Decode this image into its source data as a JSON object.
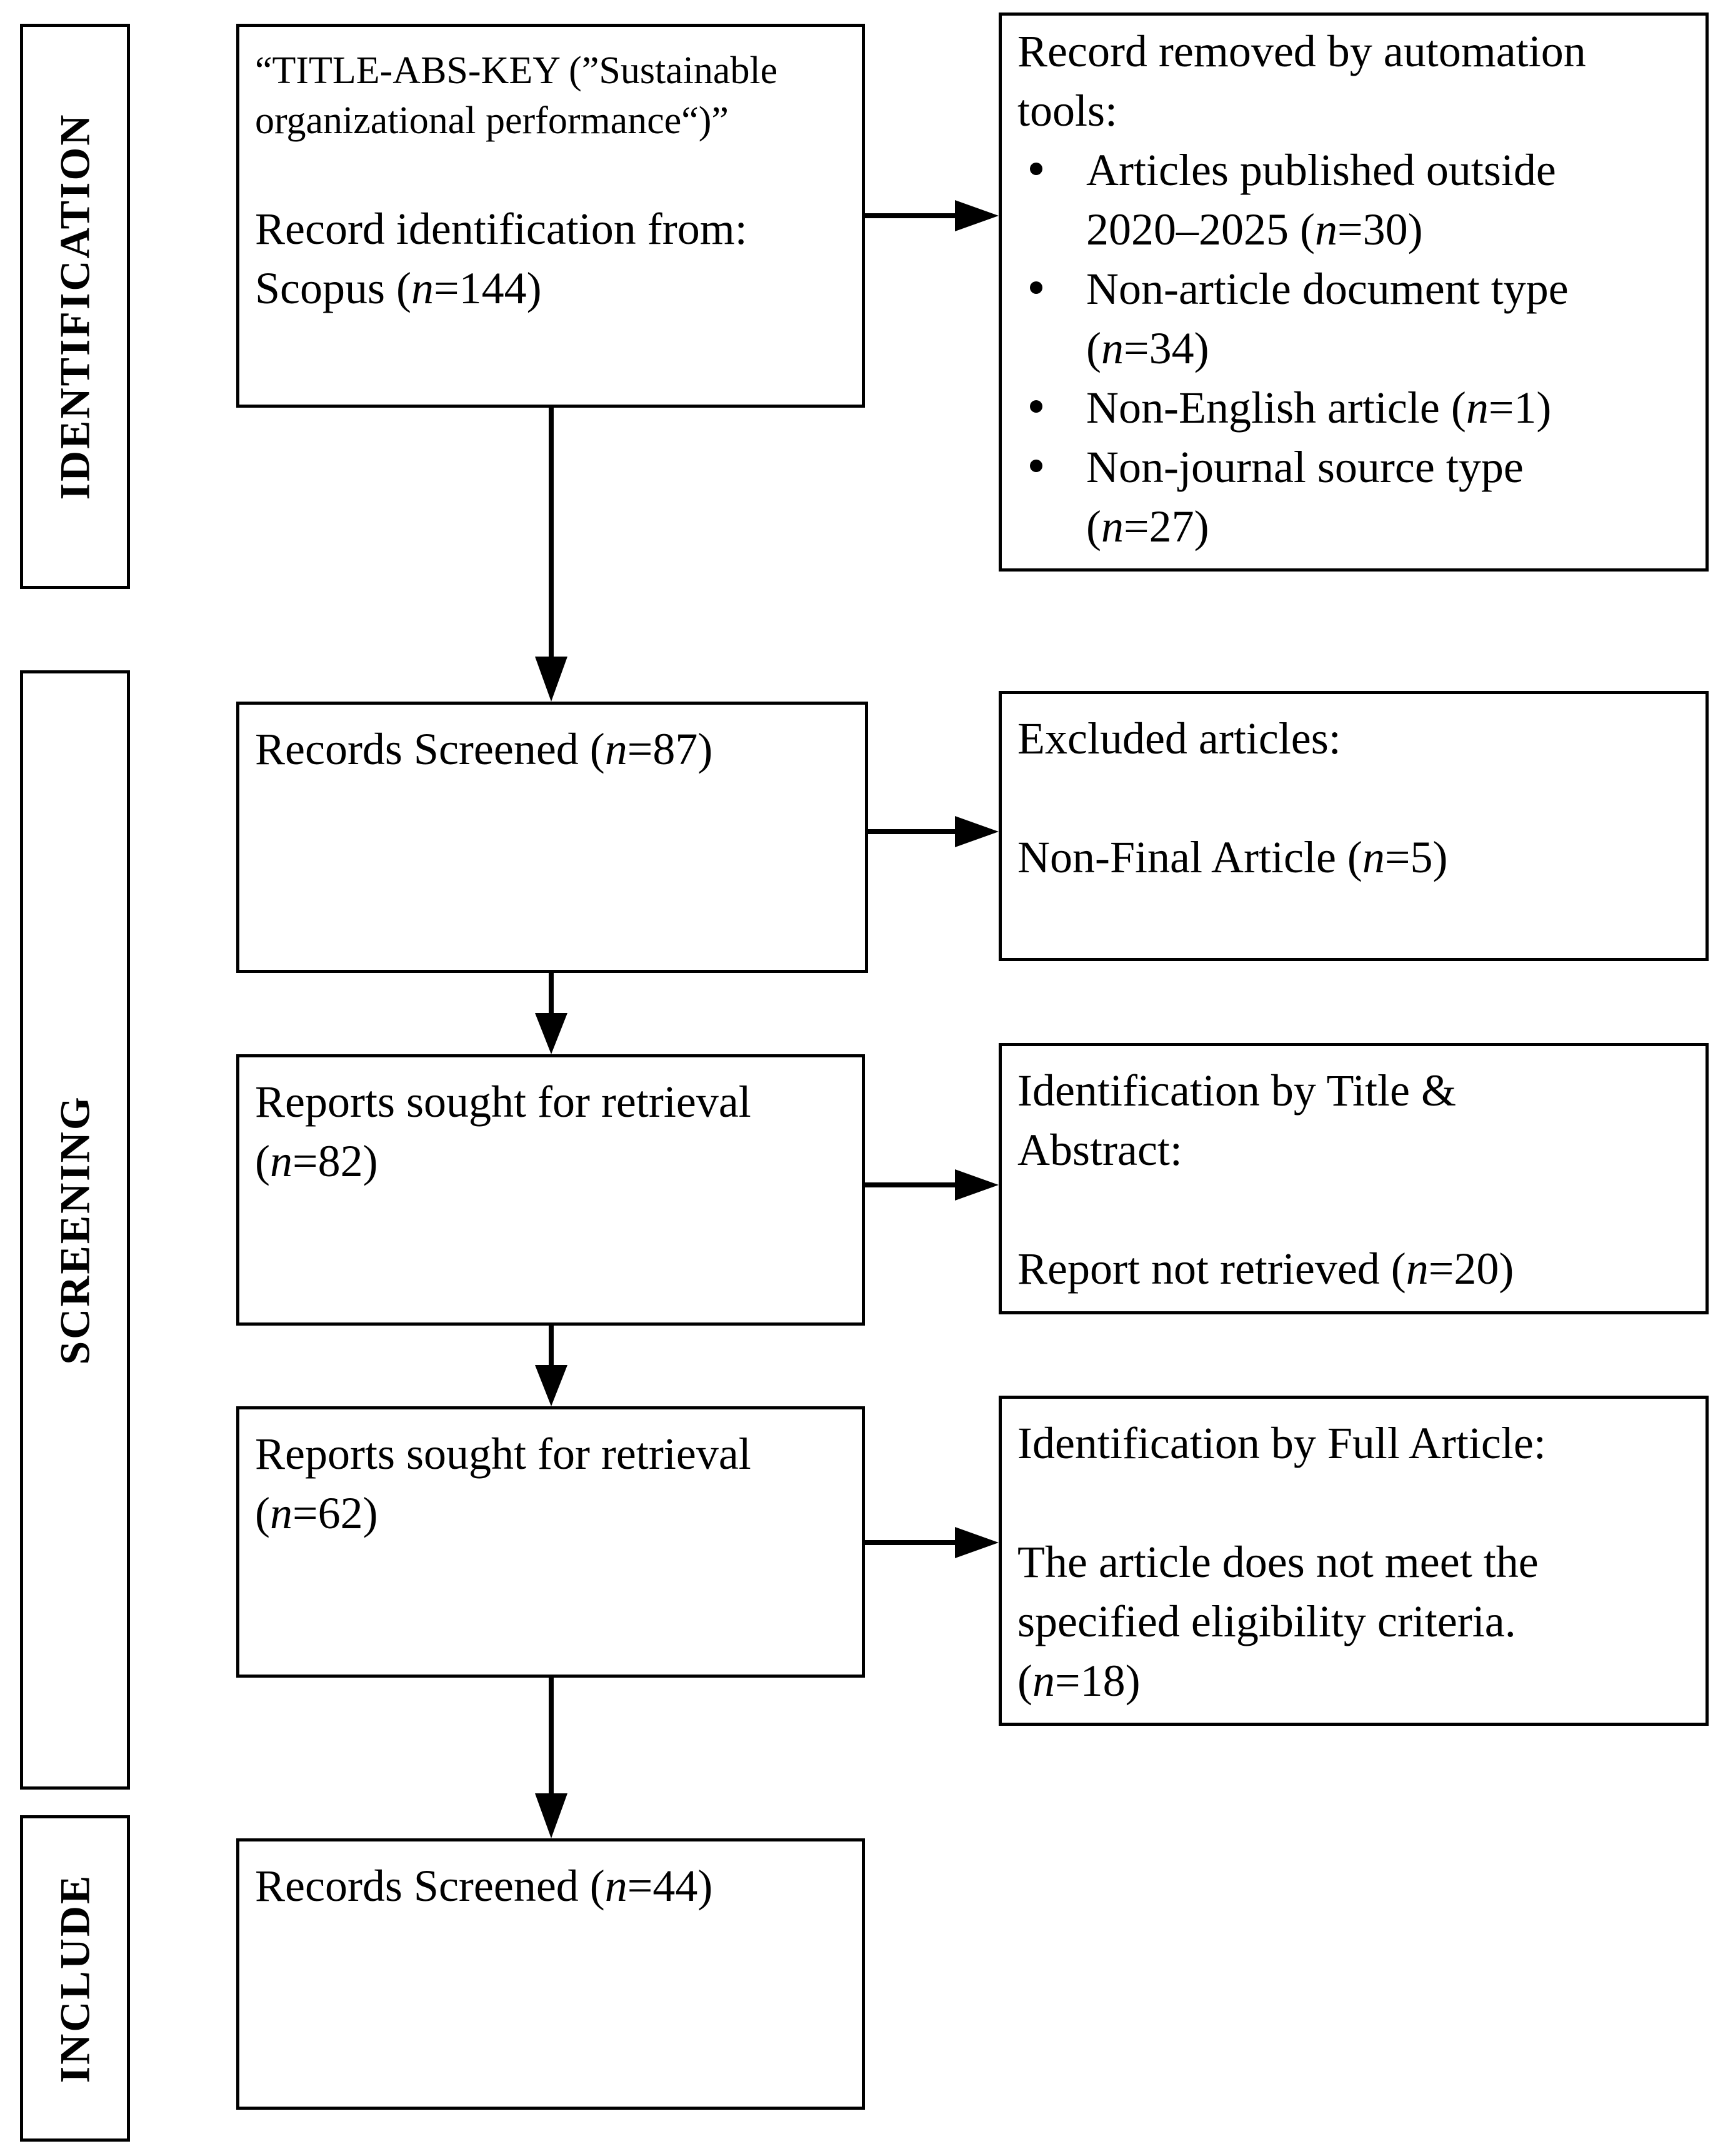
{
  "phases": {
    "identification": "IDENTIFICATION",
    "screening": "SCREENING",
    "include": "INCLUDE"
  },
  "identification_box": {
    "query": [
      "“TITLE-ABS-KEY (”Sustainable",
      "organizational performance“)”"
    ],
    "source_label": "Record identification from:",
    "source_prefix": "Scopus (",
    "n_symbol": "n",
    "source_count": "=144)"
  },
  "removed_box": {
    "title": [
      "Record removed by automation",
      "tools:"
    ],
    "items": [
      {
        "line1": "Articles published outside",
        "pre": "2020–2025 (",
        "post": "=30)"
      },
      {
        "line1": "Non-article document type",
        "pre": "(",
        "post": "=34)"
      },
      {
        "line1": "",
        "pre": "Non-English article (",
        "post": "=1)"
      },
      {
        "line1": "Non-journal source type",
        "pre": "(",
        "post": "=27)"
      }
    ]
  },
  "screened_box": {
    "pre": "Records Screened (",
    "post": "=87)"
  },
  "excluded_box": {
    "title": "Excluded articles:",
    "pre": "Non-Final Article (",
    "post": "=5)"
  },
  "retrieval_box_1": {
    "label": "Reports sought for retrieval",
    "pre": "(",
    "post": "=82)"
  },
  "title_abstract_box": {
    "title": [
      "Identification by Title &",
      "Abstract:"
    ],
    "pre": "Report not retrieved (",
    "post": "=20)"
  },
  "retrieval_box_2": {
    "label": "Reports sought for retrieval",
    "pre": "(",
    "post": "=62)"
  },
  "full_article_box": {
    "title": "Identification by Full Article:",
    "lines": [
      "The article does not meet the",
      "specified eligibility criteria."
    ],
    "pre": "(",
    "post": "=18)"
  },
  "included_box": {
    "pre": "Records Screened (",
    "post": "=44)"
  }
}
